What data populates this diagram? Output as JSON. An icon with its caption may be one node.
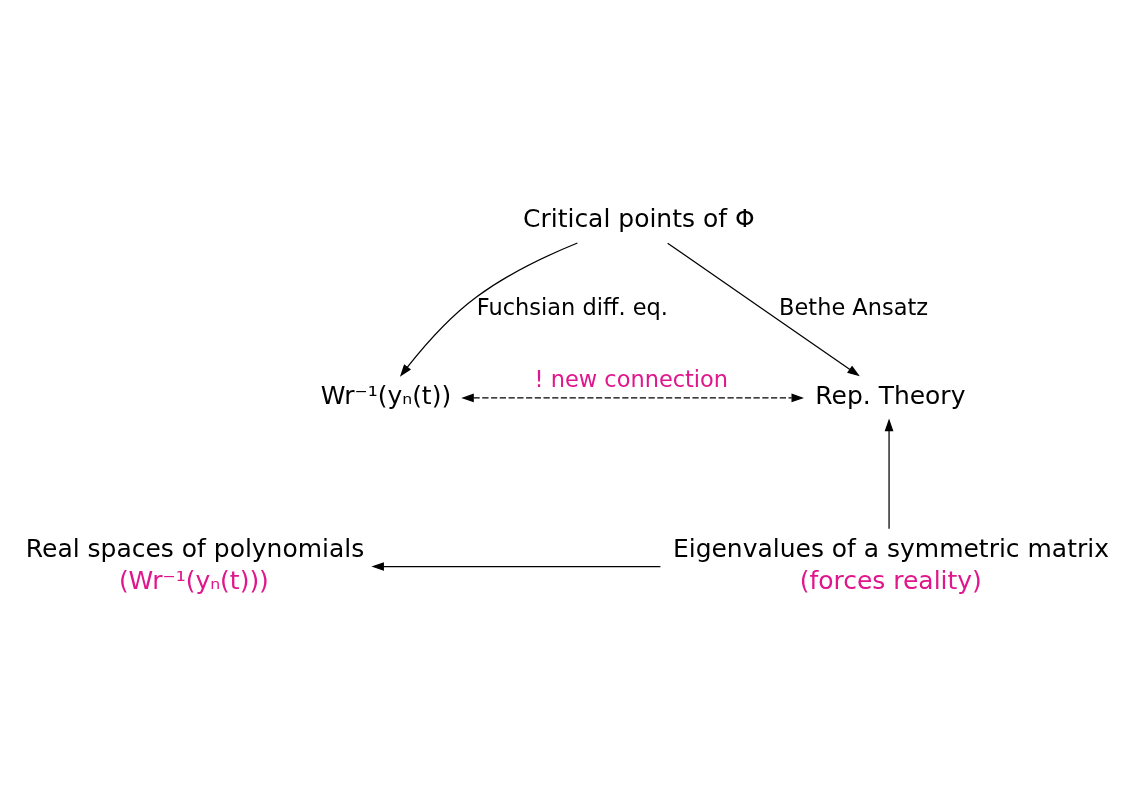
{
  "diagram": {
    "nodes": [
      {
        "text": [
          "Critical points of Φ"
        ]
      },
      {
        "text": [
          "Wr⁻¹(yₙ(t))"
        ]
      },
      {
        "text": [
          "Rep. Theory"
        ]
      },
      {
        "text": [
          "Real spaces of polynomials"
        ],
        "beside": [
          "(Wr⁻¹(yₙ(t)))"
        ]
      },
      {
        "text": [
          "Eigenvalues of a symmetric matrix"
        ],
        "beside": [
          "(forces reality)"
        ]
      }
    ],
    "edges": [
      {
        "from": 0,
        "to": 1,
        "arrow": "to",
        "label": "Fuchsian diff. eq."
      },
      {
        "from": 0,
        "to": 2,
        "arrow": "to",
        "label": "Bethe Ansatz"
      },
      {
        "from": 1,
        "to": 2,
        "arrow": "both",
        "style": "dashed",
        "label": "! new connection"
      },
      {
        "from": 4,
        "to": 2,
        "arrow": "to"
      },
      {
        "from": 4,
        "to": 3,
        "arrow": "to"
      }
    ]
  }
}
